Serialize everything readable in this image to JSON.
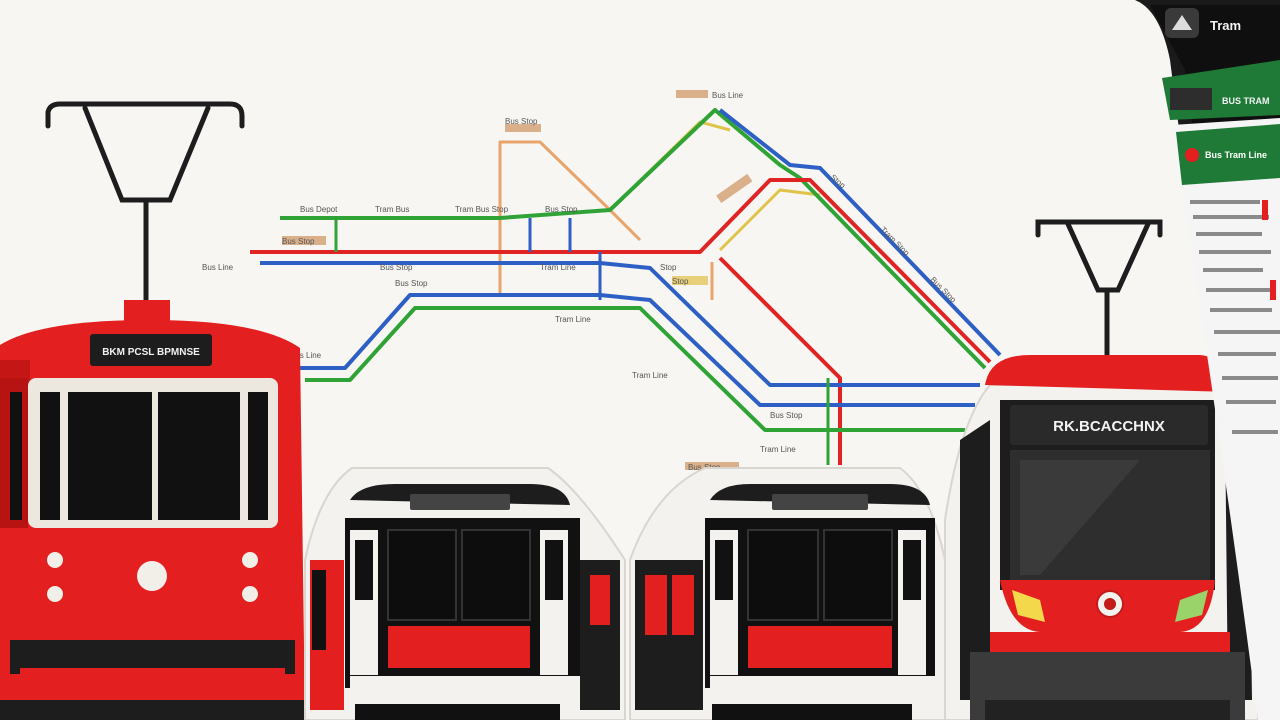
{
  "colors": {
    "background": "#f7f6f2",
    "tram_red": "#e41f1f",
    "dark": "#1d1d1d",
    "line_green": "#2fa335",
    "line_blue": "#2d5fc4",
    "line_red": "#e02424",
    "line_orange": "#e8a46a",
    "line_yellow": "#e0c34a",
    "phone_green": "#1e7a36"
  },
  "trams": {
    "left_heritage": {
      "destination": "BKM PCSL BPMNSE"
    },
    "modern_right": {
      "destination": "RK.BCACCHNX"
    }
  },
  "map": {
    "stations": [
      "Bus Line",
      "Bus Stop",
      "Bus Depot",
      "Tram Bus",
      "Tram Bus Stop",
      "Bus Stop",
      "Bus Stop",
      "Bus Line",
      "Bus Stop",
      "Tram Line",
      "Stop",
      "Bus Stop",
      "Stop",
      "Tram Line",
      "Bus Line",
      "Tram Line",
      "Stop",
      "Tram Stop",
      "Bus Stop",
      "Bus Stop",
      "Tram Line",
      "Bus Stop"
    ]
  },
  "phone": {
    "header": "Tram",
    "banner": "BUS TRAM",
    "card_title": "Bus Tram Line"
  }
}
